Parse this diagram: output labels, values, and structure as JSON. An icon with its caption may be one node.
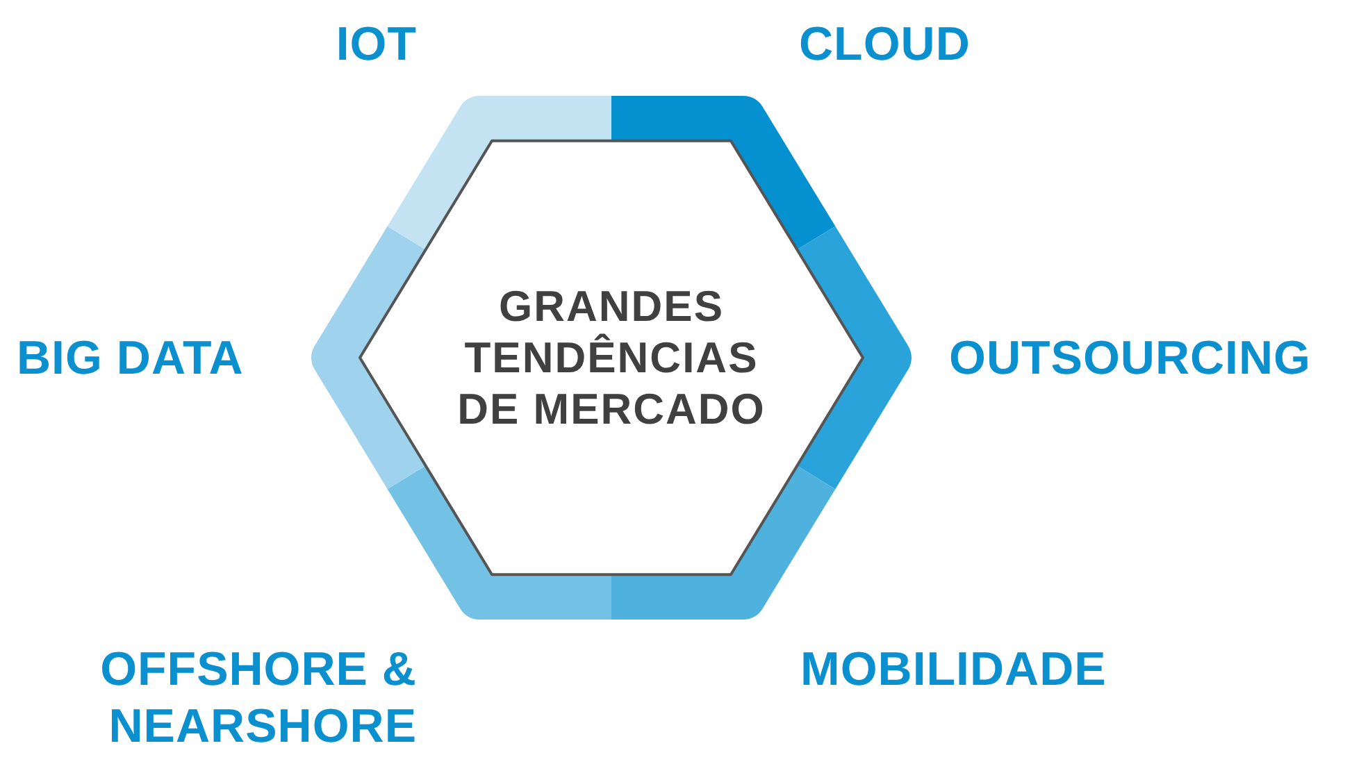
{
  "diagram": {
    "nodes": [
      {
        "text": [
          "GRANDES TENDÊNCIAS DE MERCADO"
        ]
      }
    ],
    "labels": [
      "IOT",
      "CLOUD",
      "BIG DATA",
      "OUTSOURCING",
      "OFFSHORE & NEARSHORE",
      "MOBILIDADE"
    ]
  }
}
